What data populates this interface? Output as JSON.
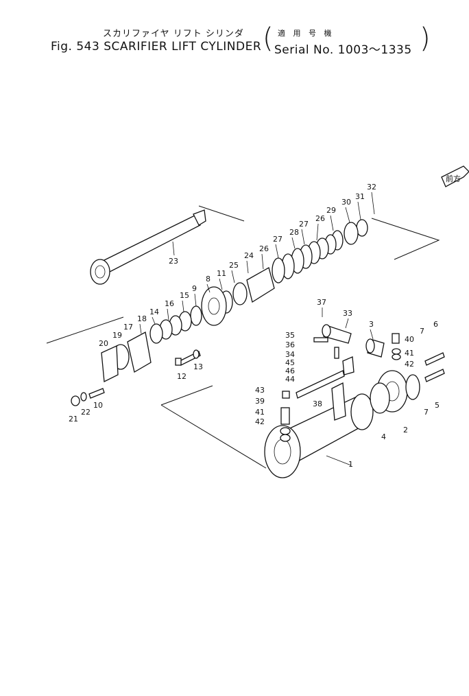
{
  "header": {
    "jp_title": "スカリファイヤ リフト シリンダ",
    "jp_serial": "適 用 号 機",
    "fig_title": "Fig. 543  SCARIFIER LIFT CYLINDER",
    "serial": "Serial No. 1003〜1335"
  },
  "front_marker": "前方",
  "callouts": [
    {
      "id": "c23",
      "text": "23"
    },
    {
      "id": "c32",
      "text": "32"
    },
    {
      "id": "c31",
      "text": "31"
    },
    {
      "id": "c30",
      "text": "30"
    },
    {
      "id": "c29",
      "text": "29"
    },
    {
      "id": "c26a",
      "text": "26"
    },
    {
      "id": "c27a",
      "text": "27"
    },
    {
      "id": "c28",
      "text": "28"
    },
    {
      "id": "c27b",
      "text": "27"
    },
    {
      "id": "c26b",
      "text": "26"
    },
    {
      "id": "c24",
      "text": "24"
    },
    {
      "id": "c25",
      "text": "25"
    },
    {
      "id": "c11",
      "text": "11"
    },
    {
      "id": "c8",
      "text": "8"
    },
    {
      "id": "c9",
      "text": "9"
    },
    {
      "id": "c15",
      "text": "15"
    },
    {
      "id": "c16",
      "text": "16"
    },
    {
      "id": "c14",
      "text": "14"
    },
    {
      "id": "c18",
      "text": "18"
    },
    {
      "id": "c17",
      "text": "17"
    },
    {
      "id": "c19",
      "text": "19"
    },
    {
      "id": "c20",
      "text": "20"
    },
    {
      "id": "c12",
      "text": "12"
    },
    {
      "id": "c13",
      "text": "13"
    },
    {
      "id": "c10",
      "text": "10"
    },
    {
      "id": "c22",
      "text": "22"
    },
    {
      "id": "c21",
      "text": "21"
    },
    {
      "id": "c37",
      "text": "37"
    },
    {
      "id": "c33",
      "text": "33"
    },
    {
      "id": "c3",
      "text": "3"
    },
    {
      "id": "c35",
      "text": "35"
    },
    {
      "id": "c36",
      "text": "36"
    },
    {
      "id": "c34",
      "text": "34"
    },
    {
      "id": "c45",
      "text": "45"
    },
    {
      "id": "c46",
      "text": "46"
    },
    {
      "id": "c44",
      "text": "44"
    },
    {
      "id": "c40",
      "text": "40"
    },
    {
      "id": "c41a",
      "text": "41"
    },
    {
      "id": "c42a",
      "text": "42"
    },
    {
      "id": "c7a",
      "text": "7"
    },
    {
      "id": "c6",
      "text": "6"
    },
    {
      "id": "c43",
      "text": "43"
    },
    {
      "id": "c39",
      "text": "39"
    },
    {
      "id": "c38",
      "text": "38"
    },
    {
      "id": "c41b",
      "text": "41"
    },
    {
      "id": "c42b",
      "text": "42"
    },
    {
      "id": "c4",
      "text": "4"
    },
    {
      "id": "c2",
      "text": "2"
    },
    {
      "id": "c7b",
      "text": "7"
    },
    {
      "id": "c5",
      "text": "5"
    },
    {
      "id": "c1",
      "text": "1"
    }
  ]
}
